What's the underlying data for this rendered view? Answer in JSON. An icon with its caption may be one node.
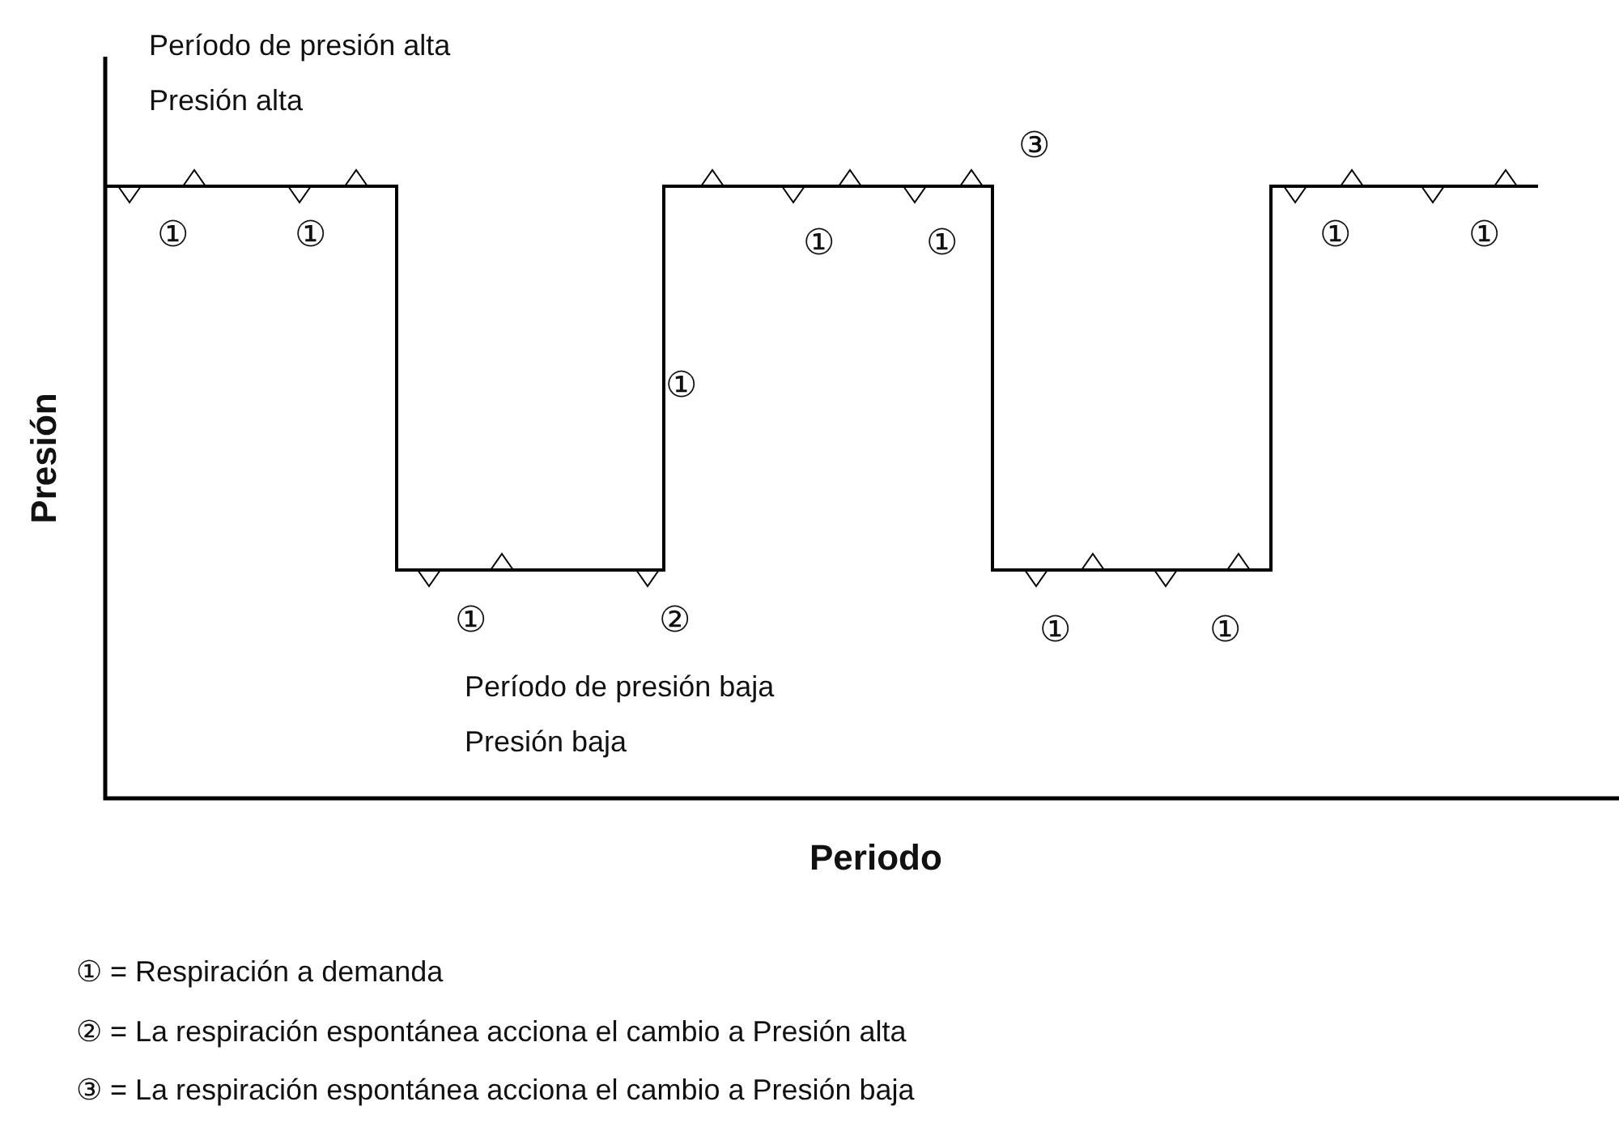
{
  "diagram": {
    "labels": [
      "Período de presión alta",
      "Presión alta",
      "③",
      "①",
      "①",
      "①",
      "①",
      "①",
      "①",
      "Presión",
      "①",
      "①",
      "②",
      "①",
      "①",
      "Período de presión baja",
      "Presión baja",
      "Periodo",
      "① = Respiración a demanda",
      "② = La respiración espontánea acciona el cambio a Presión alta",
      "③ = La respiración espontánea acciona el cambio a Presión baja"
    ]
  }
}
